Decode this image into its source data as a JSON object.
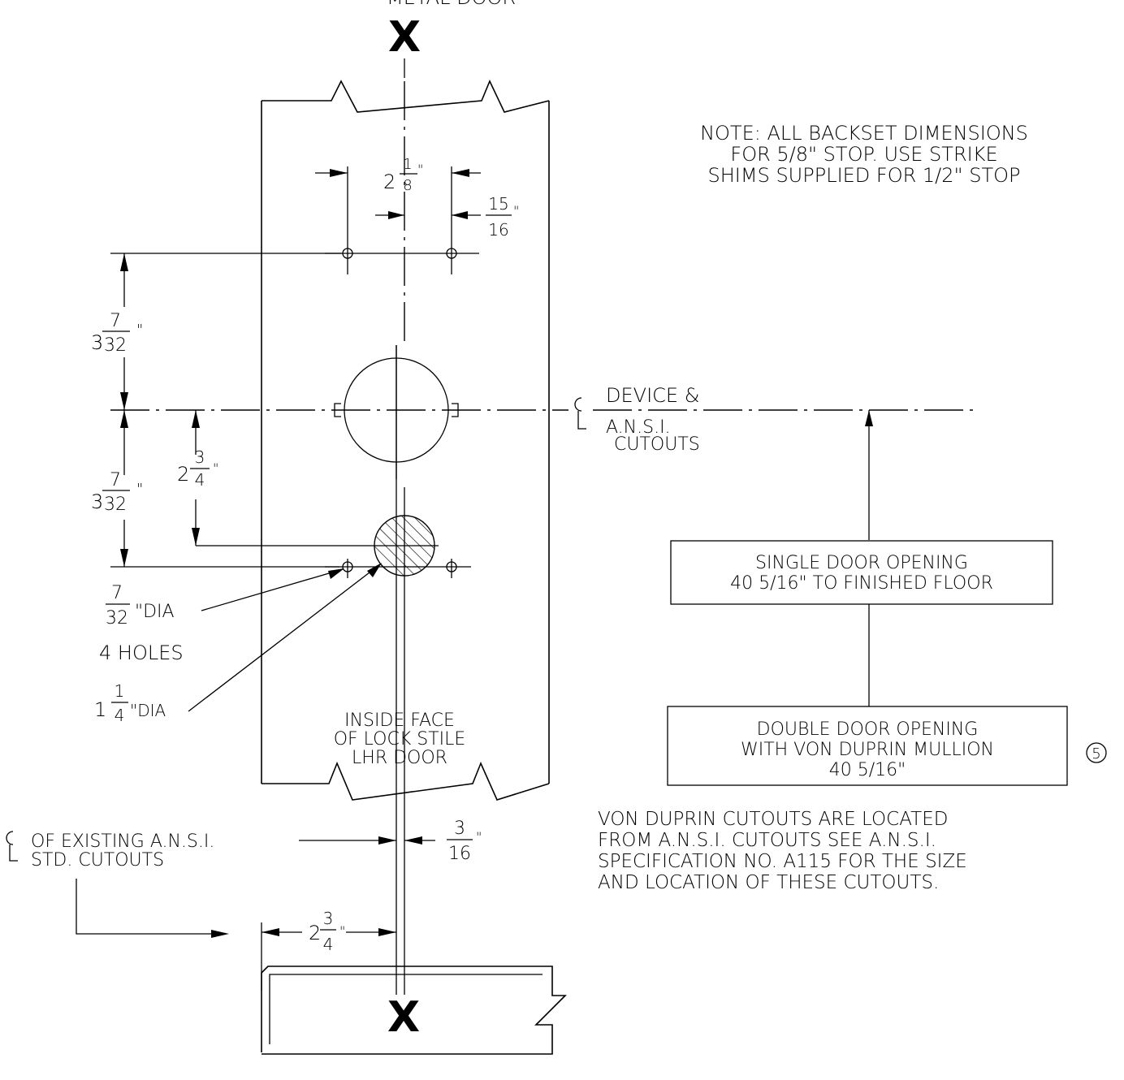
{
  "title_partial": "METAL DOOR",
  "center_mark_top": "X",
  "center_mark_bottom": "X",
  "note": {
    "line1": "NOTE: ALL BACKSET DIMENSIONS",
    "line2": "FOR 5/8\" STOP. USE STRIKE",
    "line3": "SHIMS SUPPLIED FOR 1/2\" STOP"
  },
  "dims": {
    "top_width_whole": "2",
    "top_width_num": "1",
    "top_width_den": "8",
    "top_width_unit": "\"",
    "offset_num": "15",
    "offset_den": "16",
    "offset_unit": "\"",
    "upper_whole": "3",
    "upper_num": "7",
    "upper_den": "32",
    "upper_unit": "\"",
    "lower_whole": "3",
    "lower_num": "7",
    "lower_den": "32",
    "lower_unit": "\"",
    "mid_whole": "2",
    "mid_num": "3",
    "mid_den": "4",
    "mid_unit": "\"",
    "hole_num": "7",
    "hole_den": "32",
    "hole_suffix": "\"DIA",
    "hole_count": "4 HOLES",
    "bore_whole": "1",
    "bore_num": "1",
    "bore_den": "4",
    "bore_suffix": "\"DIA",
    "stile_num": "3",
    "stile_den": "16",
    "stile_unit": "\"",
    "backset_whole": "2",
    "backset_num": "3",
    "backset_den": "4",
    "backset_unit": "\""
  },
  "centerline_label": {
    "line1": "DEVICE &",
    "line2": "A.N.S.I.",
    "line3": "CUTOUTS"
  },
  "existing_label": {
    "line1": "OF EXISTING A.N.S.I.",
    "line2": "STD. CUTOUTS"
  },
  "stile_label": {
    "line1": "INSIDE FACE",
    "line2": "OF LOCK STILE",
    "line3": "LHR DOOR"
  },
  "single_box": {
    "line1": "SINGLE DOOR OPENING",
    "line2": "40 5/16\" TO FINISHED FLOOR"
  },
  "double_box": {
    "line1": "DOUBLE DOOR OPENING",
    "line2": "WITH VON DUPRIN MULLION",
    "line3": "40 5/16\""
  },
  "circle_callout": "5",
  "von_duprin_note": {
    "line1": "VON DUPRIN CUTOUTS ARE LOCATED",
    "line2": "FROM A.N.S.I. CUTOUTS SEE A.N.S.I.",
    "line3": "SPECIFICATION NO. A115 FOR THE SIZE",
    "line4": "AND LOCATION OF THESE CUTOUTS."
  }
}
